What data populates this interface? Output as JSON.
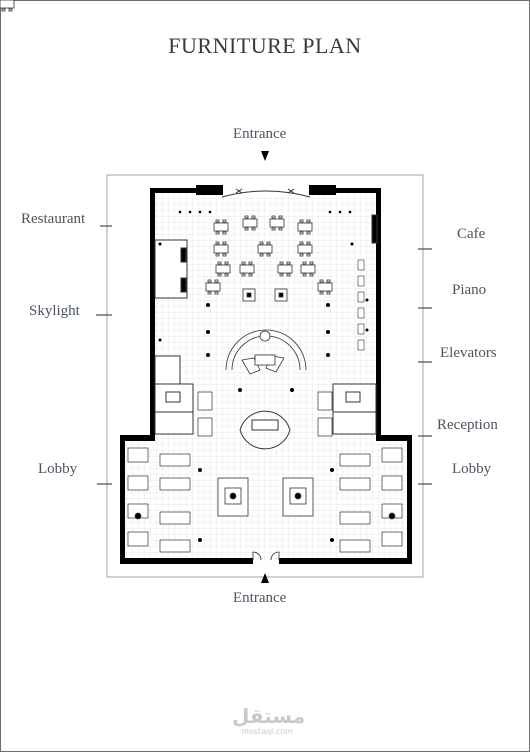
{
  "title": "FURNITURE PLAN",
  "labels": {
    "entrance_top": "Entrance",
    "entrance_bottom": "Entrance",
    "restaurant": "Restaurant",
    "skylight": "Skylight",
    "lobby_left": "Lobby",
    "cafe": "Cafe",
    "piano": "Piano",
    "elevators": "Elevators",
    "reception": "Reception",
    "lobby_right": "Lobby"
  },
  "watermark": {
    "arabic": "مستقل",
    "latin": "mostaql.com"
  },
  "colors": {
    "wall": "#000000",
    "line": "#4a4a4a",
    "text": "#4a5560",
    "grid": "#d4d4d4"
  }
}
